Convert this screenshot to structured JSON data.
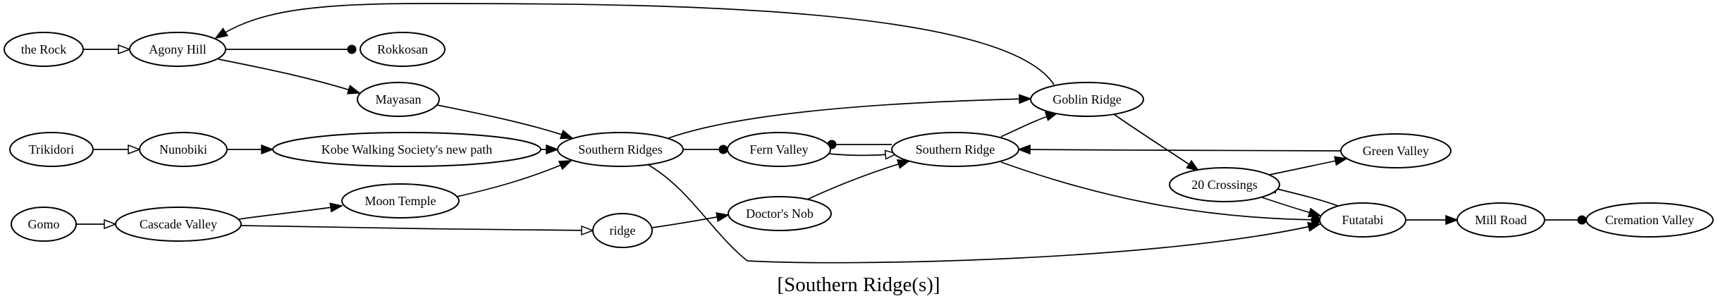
{
  "diagram": {
    "caption": "[Southern Ridge(s)]",
    "nodes": [
      {
        "id": "the_rock",
        "label": "the Rock"
      },
      {
        "id": "agony_hill",
        "label": "Agony Hill"
      },
      {
        "id": "rokkosan",
        "label": "Rokkosan"
      },
      {
        "id": "mayasan",
        "label": "Mayasan"
      },
      {
        "id": "trikidori",
        "label": "Trikidori"
      },
      {
        "id": "nunobiki",
        "label": "Nunobiki"
      },
      {
        "id": "kobe_path",
        "label": "Kobe Walking Society's new path"
      },
      {
        "id": "southern_ridges",
        "label": "Southern Ridges"
      },
      {
        "id": "fern_valley",
        "label": "Fern Valley"
      },
      {
        "id": "southern_ridge",
        "label": "Southern Ridge"
      },
      {
        "id": "goblin_ridge",
        "label": "Goblin Ridge"
      },
      {
        "id": "green_valley",
        "label": "Green Valley"
      },
      {
        "id": "twenty_crossings",
        "label": "20 Crossings"
      },
      {
        "id": "gomo",
        "label": "Gomo"
      },
      {
        "id": "cascade_valley",
        "label": "Cascade Valley"
      },
      {
        "id": "moon_temple",
        "label": "Moon Temple"
      },
      {
        "id": "ridge",
        "label": "ridge"
      },
      {
        "id": "doctors_nob",
        "label": "Doctor's Nob"
      },
      {
        "id": "futatabi",
        "label": "Futatabi"
      },
      {
        "id": "mill_road",
        "label": "Mill Road"
      },
      {
        "id": "cremation_valley",
        "label": "Cremation Valley"
      }
    ],
    "edges": [
      {
        "from": "the_rock",
        "to": "agony_hill",
        "head": "open"
      },
      {
        "from": "agony_hill",
        "to": "rokkosan",
        "head": "dot"
      },
      {
        "from": "agony_hill",
        "to": "mayasan",
        "head": "filled"
      },
      {
        "from": "goblin_ridge",
        "to": "agony_hill",
        "head": "filled"
      },
      {
        "from": "mayasan",
        "to": "southern_ridges",
        "head": "filled"
      },
      {
        "from": "trikidori",
        "to": "nunobiki",
        "head": "open"
      },
      {
        "from": "nunobiki",
        "to": "kobe_path",
        "head": "filled"
      },
      {
        "from": "kobe_path",
        "to": "southern_ridges",
        "head": "filled"
      },
      {
        "from": "moon_temple",
        "to": "southern_ridges",
        "head": "filled"
      },
      {
        "from": "southern_ridges",
        "to": "goblin_ridge",
        "head": "filled"
      },
      {
        "from": "southern_ridges",
        "to": "fern_valley",
        "head": "dot"
      },
      {
        "from": "southern_ridges",
        "to": "futatabi",
        "head": "filled"
      },
      {
        "from": "southern_ridge",
        "to": "fern_valley",
        "head": "dot"
      },
      {
        "from": "fern_valley",
        "to": "southern_ridge",
        "head": "open"
      },
      {
        "from": "southern_ridge",
        "to": "goblin_ridge",
        "head": "filled"
      },
      {
        "from": "southern_ridge",
        "to": "futatabi",
        "head": "dot"
      },
      {
        "from": "goblin_ridge",
        "to": "twenty_crossings",
        "head": "filled"
      },
      {
        "from": "green_valley",
        "to": "southern_ridge",
        "head": "filled"
      },
      {
        "from": "twenty_crossings",
        "to": "green_valley",
        "head": "filled"
      },
      {
        "from": "twenty_crossings",
        "to": "futatabi",
        "head": "filled"
      },
      {
        "from": "futatabi",
        "to": "twenty_crossings",
        "head": "open"
      },
      {
        "from": "gomo",
        "to": "cascade_valley",
        "head": "open"
      },
      {
        "from": "cascade_valley",
        "to": "moon_temple",
        "head": "filled"
      },
      {
        "from": "cascade_valley",
        "to": "ridge",
        "head": "open"
      },
      {
        "from": "ridge",
        "to": "doctors_nob",
        "head": "filled"
      },
      {
        "from": "doctors_nob",
        "to": "southern_ridge",
        "head": "filled"
      },
      {
        "from": "futatabi",
        "to": "mill_road",
        "head": "filled"
      },
      {
        "from": "mill_road",
        "to": "cremation_valley",
        "head": "dot"
      }
    ]
  }
}
